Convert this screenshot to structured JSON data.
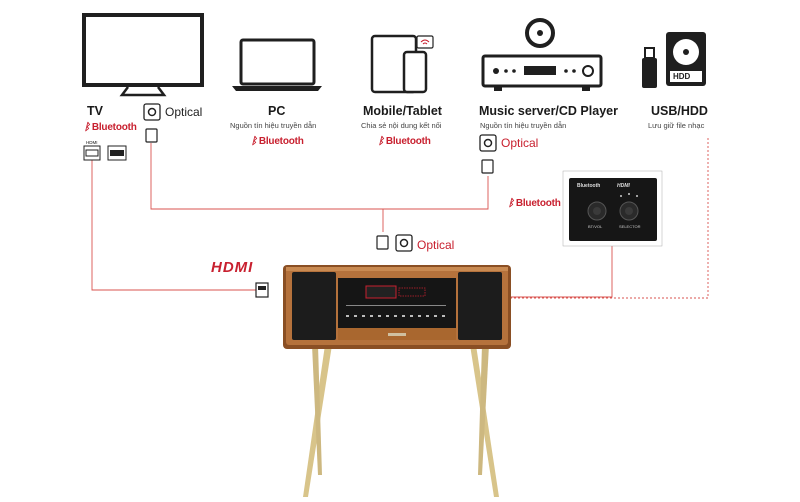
{
  "devices": {
    "tv": {
      "title": "TV",
      "bluetooth": "Bluetooth",
      "optical": "Optical",
      "port_label_hdmi": "HDMI"
    },
    "pc": {
      "title": "PC",
      "subtitle": "Nguồn tín hiệu truyền dẫn",
      "bluetooth": "Bluetooth"
    },
    "mobile": {
      "title": "Mobile/Tablet",
      "subtitle": "Chia sẻ nội dung kết nối",
      "bluetooth": "Bluetooth"
    },
    "music_server": {
      "title": "Music server/CD Player",
      "subtitle": "Nguồn tín hiệu truyền dẫn",
      "optical": "Optical"
    },
    "usb_hdd": {
      "title": "USB/HDD",
      "subtitle": "Lưu giữ file nhạc",
      "hdd_label": "HDD"
    }
  },
  "connections": {
    "center_optical": "Optical",
    "bluetooth_receiver": "Bluetooth",
    "hdmi_logo": "HDMI"
  },
  "receiver_panel": {
    "label_bluetooth": "Bluetooth",
    "label_hdmi": "HDMI",
    "label_vol": "BT/VOL",
    "label_selector": "SELECTOR"
  },
  "colors": {
    "accent_red": "#c8202f",
    "line_red": "#d9534f",
    "wood": "#b5723c",
    "wood_dark": "#8a4f24",
    "legs": "#d8c48a",
    "speaker_grille": "#1c1c1c"
  },
  "icons": [
    "tv-icon",
    "laptop-icon",
    "tablet-icon",
    "phone-icon",
    "wifi-icon",
    "cd-icon",
    "cd-player-icon",
    "usb-icon",
    "hdd-icon",
    "optical-port-icon",
    "hdmi-port-icon",
    "bluetooth-icon"
  ]
}
